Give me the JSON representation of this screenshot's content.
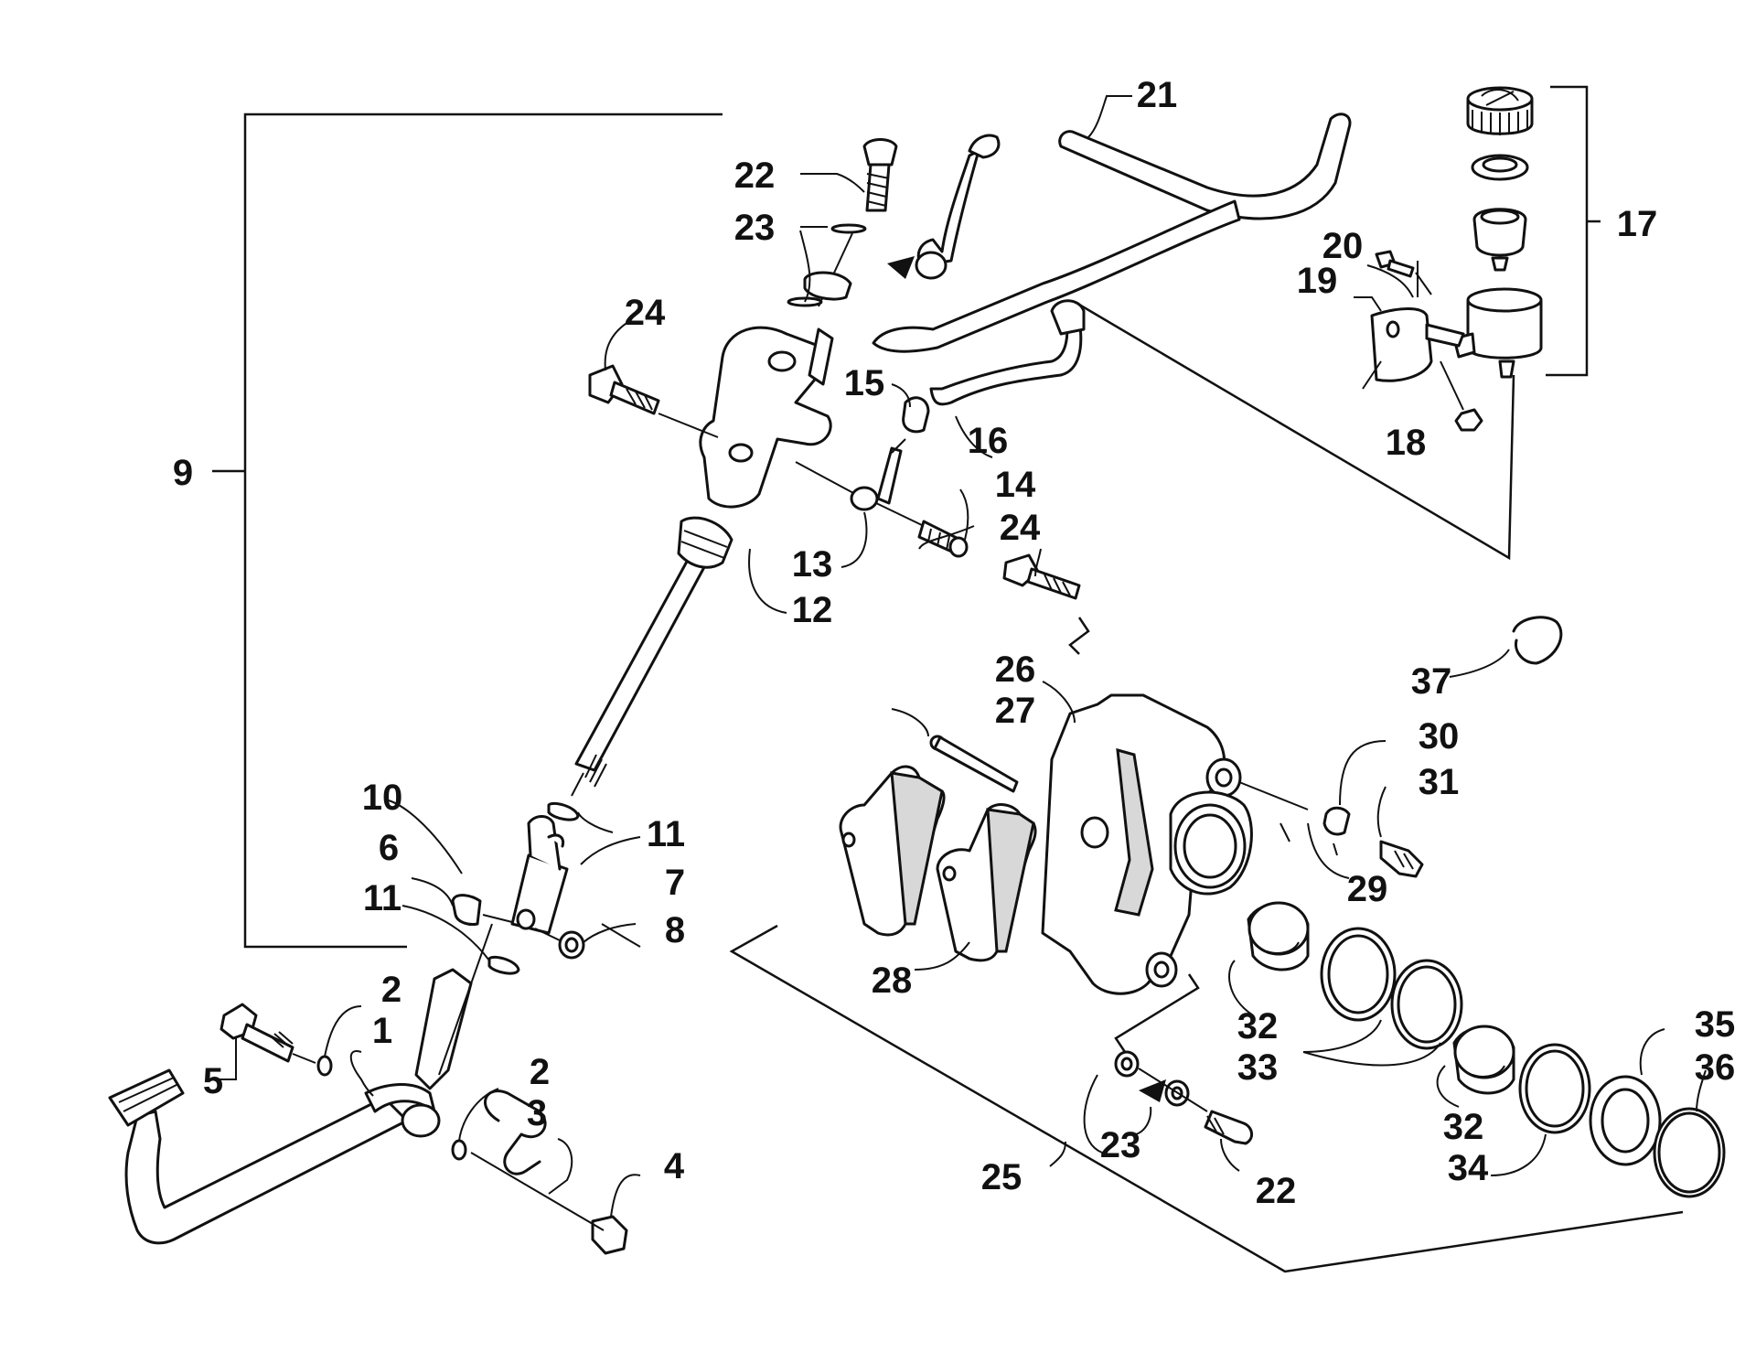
{
  "labels": [
    {
      "id": "l1",
      "text": "1"
    },
    {
      "id": "l2a",
      "text": "2"
    },
    {
      "id": "l2b",
      "text": "2"
    },
    {
      "id": "l3",
      "text": "3"
    },
    {
      "id": "l4",
      "text": "4"
    },
    {
      "id": "l5",
      "text": "5"
    },
    {
      "id": "l6",
      "text": "6"
    },
    {
      "id": "l7",
      "text": "7"
    },
    {
      "id": "l8",
      "text": "8"
    },
    {
      "id": "l9",
      "text": "9"
    },
    {
      "id": "l10",
      "text": "10"
    },
    {
      "id": "l11a",
      "text": "11"
    },
    {
      "id": "l11b",
      "text": "11"
    },
    {
      "id": "l12",
      "text": "12"
    },
    {
      "id": "l13",
      "text": "13"
    },
    {
      "id": "l14",
      "text": "14"
    },
    {
      "id": "l15",
      "text": "15"
    },
    {
      "id": "l16",
      "text": "16"
    },
    {
      "id": "l17",
      "text": "17"
    },
    {
      "id": "l18",
      "text": "18"
    },
    {
      "id": "l19",
      "text": "19"
    },
    {
      "id": "l20",
      "text": "20"
    },
    {
      "id": "l21",
      "text": "21"
    },
    {
      "id": "l22a",
      "text": "22"
    },
    {
      "id": "l22b",
      "text": "22"
    },
    {
      "id": "l23a",
      "text": "23"
    },
    {
      "id": "l23b",
      "text": "23"
    },
    {
      "id": "l24a",
      "text": "24"
    },
    {
      "id": "l24b",
      "text": "24"
    },
    {
      "id": "l25",
      "text": "25"
    },
    {
      "id": "l26",
      "text": "26"
    },
    {
      "id": "l27",
      "text": "27"
    },
    {
      "id": "l28",
      "text": "28"
    },
    {
      "id": "l29",
      "text": "29"
    },
    {
      "id": "l30",
      "text": "30"
    },
    {
      "id": "l31",
      "text": "31"
    },
    {
      "id": "l32a",
      "text": "32"
    },
    {
      "id": "l32b",
      "text": "32"
    },
    {
      "id": "l33",
      "text": "33"
    },
    {
      "id": "l34",
      "text": "34"
    },
    {
      "id": "l35",
      "text": "35"
    },
    {
      "id": "l36",
      "text": "36"
    },
    {
      "id": "l37",
      "text": "37"
    }
  ]
}
